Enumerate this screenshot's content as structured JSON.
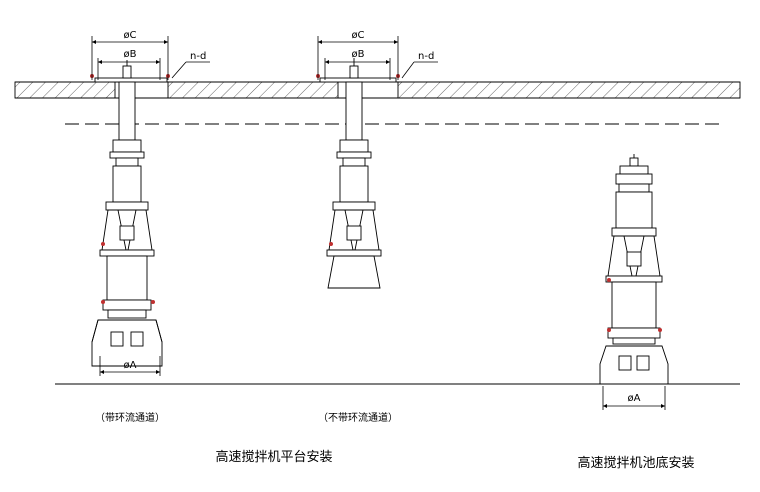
{
  "dimensions": {
    "phi_c": "øC",
    "phi_b": "øB",
    "phi_a": "øA",
    "bolts": "n-d"
  },
  "captions": {
    "with_ring": "（带环流通道）",
    "without_ring": "（不带环流通道）"
  },
  "titles": {
    "platform_install": "高速搅拌机平台安装",
    "pool_bottom_install": "高速搅拌机池底安装"
  }
}
